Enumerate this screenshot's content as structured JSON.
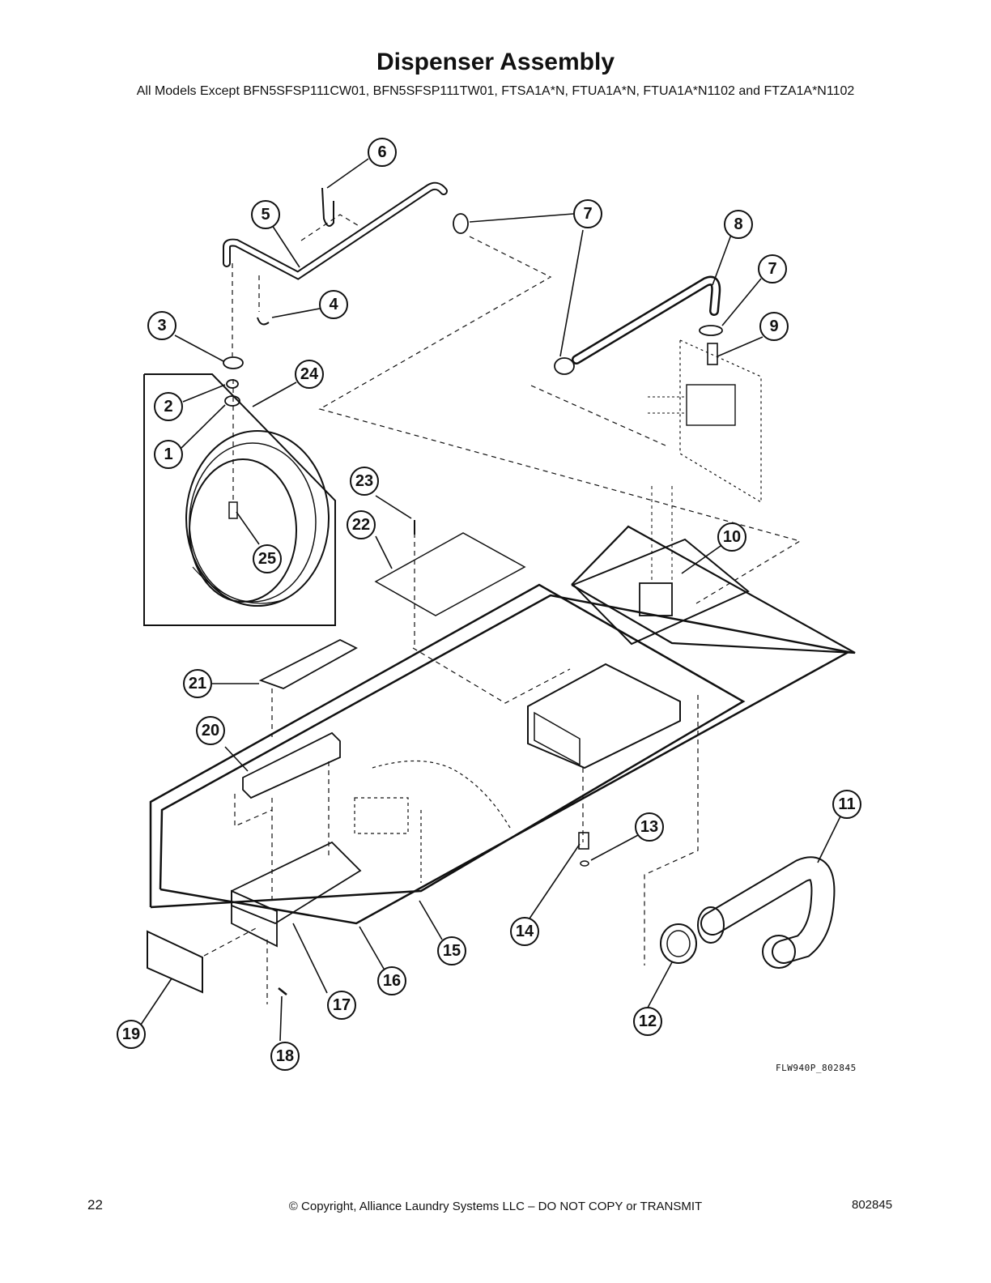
{
  "header": {
    "title": "Dispenser Assembly",
    "subtitle": "All Models Except BFN5SFSP111CW01, BFN5SFSP111TW01, FTSA1A*N, FTUA1A*N, FTUA1A*N1102 and FTZA1A*N1102"
  },
  "diagram": {
    "drawing_code": "FLW940P_802845",
    "callouts": [
      "1",
      "2",
      "3",
      "4",
      "5",
      "6",
      "7",
      "7",
      "8",
      "9",
      "10",
      "11",
      "12",
      "13",
      "14",
      "15",
      "16",
      "17",
      "18",
      "19",
      "20",
      "21",
      "22",
      "23",
      "24",
      "25"
    ]
  },
  "footer": {
    "page_number": "22",
    "copyright": "© Copyright, Alliance Laundry Systems LLC – DO NOT COPY or TRANSMIT",
    "document_number": "802845"
  }
}
